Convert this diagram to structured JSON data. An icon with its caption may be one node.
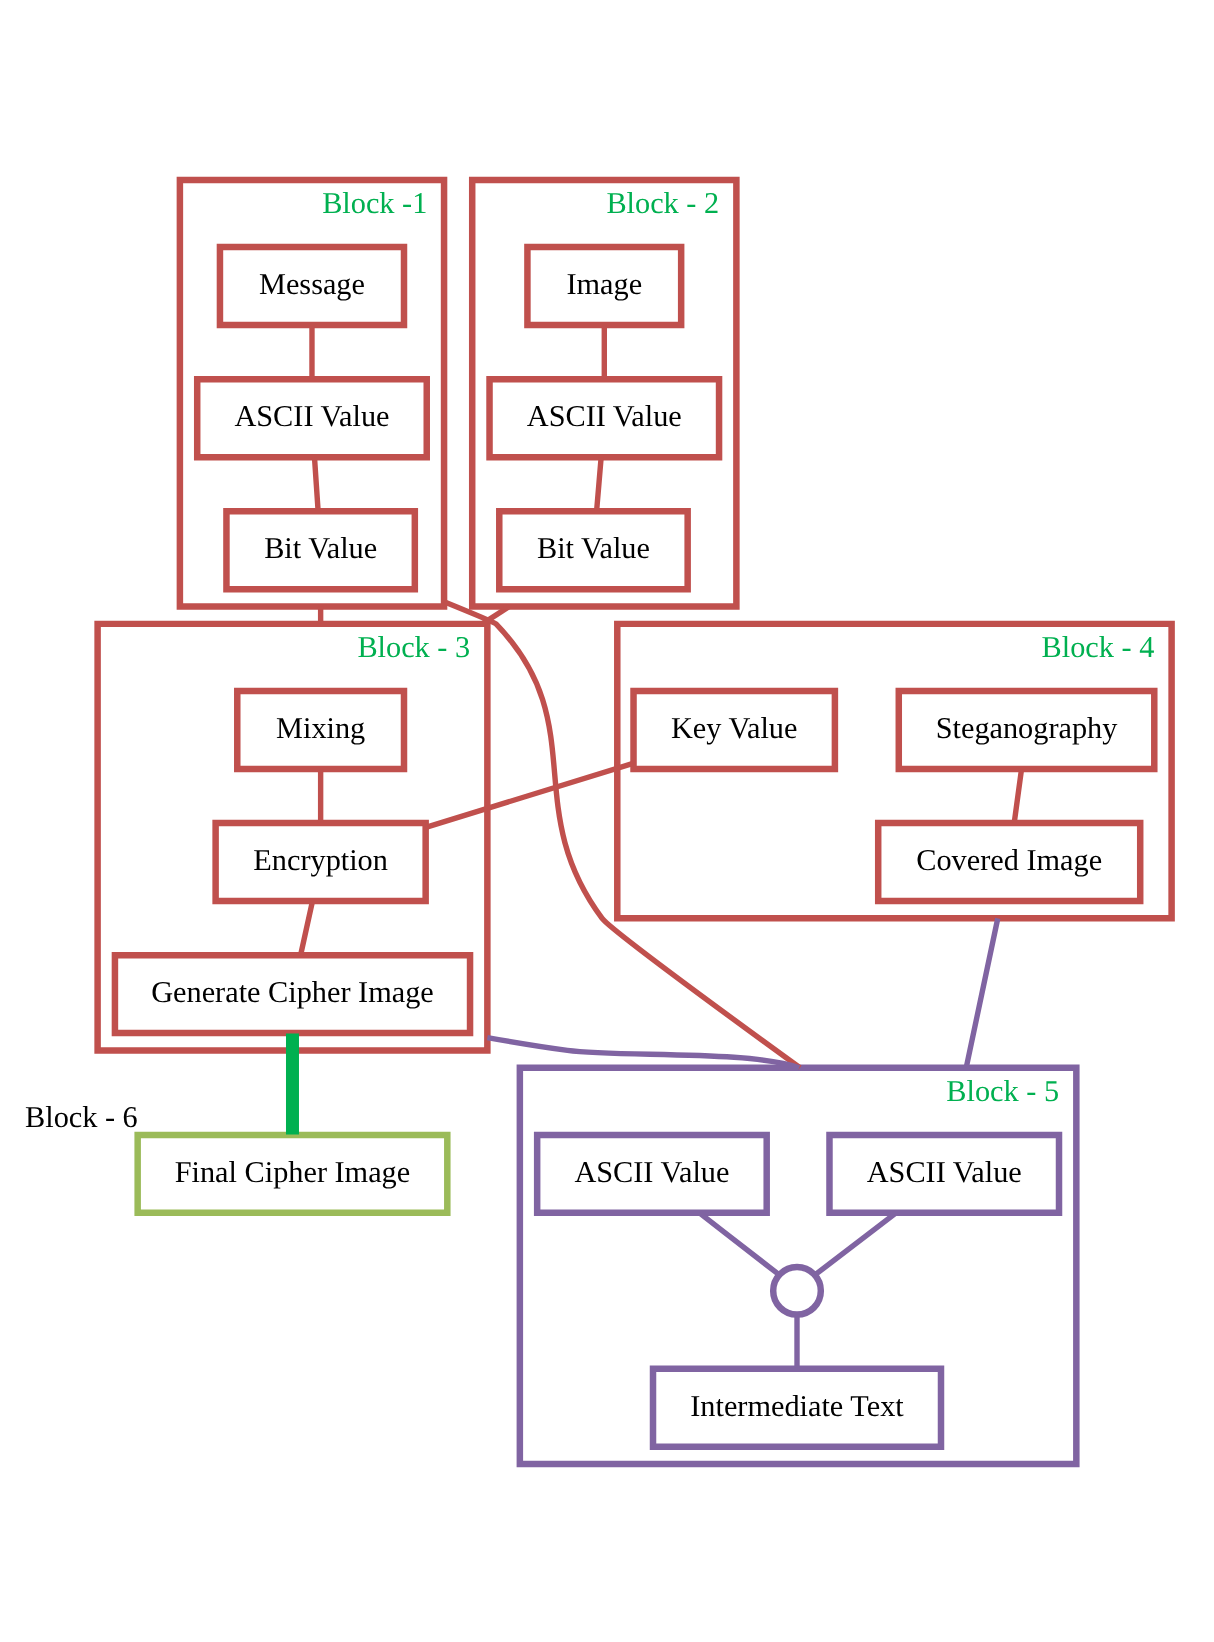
{
  "diagram": {
    "nodes": [
      {
        "text": [
          "Block -1"
        ]
      },
      {
        "text": [
          "Message"
        ],
        "in": 0
      },
      {
        "text": [
          "ASCII Value"
        ],
        "in": 0
      },
      {
        "text": [
          "Bit Value"
        ],
        "in": 0
      },
      {
        "text": [
          "Block - 2"
        ]
      },
      {
        "text": [
          "Image"
        ],
        "in": 4
      },
      {
        "text": [
          "ASCII Value"
        ],
        "in": 4
      },
      {
        "text": [
          "Bit Value"
        ],
        "in": 4
      },
      {
        "text": [
          "Block - 3"
        ]
      },
      {
        "text": [
          "Mixing"
        ],
        "in": 8
      },
      {
        "text": [
          "Encryption"
        ],
        "in": 8
      },
      {
        "text": [
          "Generate Cipher Image"
        ],
        "in": 8
      },
      {
        "text": [
          "Block - 4"
        ]
      },
      {
        "text": [
          "Key Value"
        ],
        "in": 12
      },
      {
        "text": [
          "Steganography"
        ],
        "in": 12
      },
      {
        "text": [
          "Covered Image"
        ],
        "in": 12
      },
      {
        "text": [
          "Block - 5"
        ]
      },
      {
        "text": [
          "ASCII Value"
        ],
        "in": 16
      },
      {
        "text": [
          "ASCII Value"
        ],
        "in": 16
      },
      {
        "text": [],
        "shape": "circle",
        "in": 16
      },
      {
        "text": [
          "Intermediate Text"
        ],
        "in": 16
      },
      {
        "text": [
          "Final Cipher Image"
        ],
        "beside": [
          "Block - 6"
        ]
      }
    ],
    "edges": [
      {
        "from": 1,
        "to": 2,
        "arrow": "none"
      },
      {
        "from": 2,
        "to": 3,
        "arrow": "none"
      },
      {
        "from": 5,
        "to": 6,
        "arrow": "none"
      },
      {
        "from": 6,
        "to": 7,
        "arrow": "none"
      },
      {
        "from": 0,
        "to": 8,
        "arrow": "none"
      },
      {
        "from": 4,
        "to": 8,
        "arrow": "none"
      },
      {
        "from": 9,
        "to": 10,
        "arrow": "none"
      },
      {
        "from": 10,
        "to": 11,
        "arrow": "none"
      },
      {
        "from": 13,
        "to": 10,
        "arrow": "none"
      },
      {
        "from": 14,
        "to": 15,
        "arrow": "none"
      },
      {
        "from": 8,
        "to": 16,
        "arrow": "none",
        "color": "#8064a2"
      },
      {
        "from": 12,
        "to": 16,
        "arrow": "none",
        "color": "#8064a2"
      },
      {
        "from": 17,
        "to": 19,
        "arrow": "none",
        "color": "#8064a2"
      },
      {
        "from": 18,
        "to": 19,
        "arrow": "none",
        "color": "#8064a2"
      },
      {
        "from": 19,
        "to": 20,
        "arrow": "none",
        "color": "#8064a2"
      },
      {
        "from": 0,
        "to": 16,
        "arrow": "none"
      },
      {
        "from": 11,
        "to": 21,
        "arrow": "none",
        "style": "thick",
        "color": "#00b050"
      }
    ]
  }
}
